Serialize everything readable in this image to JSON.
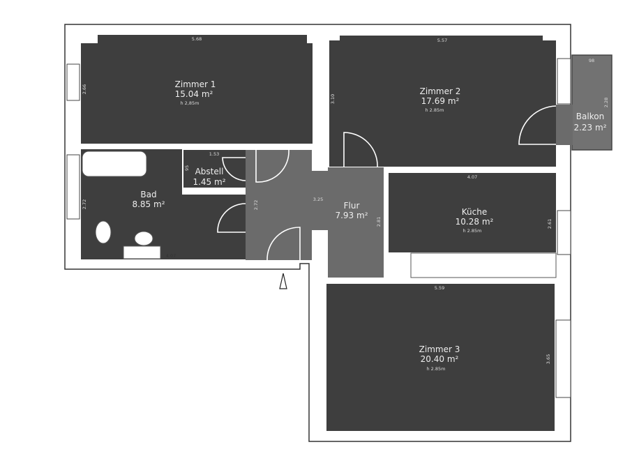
{
  "plan": {
    "colors": {
      "room": "#3e3e3e",
      "hall": "#6b6b6b",
      "balcony": "#727272",
      "wall": "#333333"
    },
    "rooms": {
      "zimmer1": {
        "name": "Zimmer 1",
        "area": "15.04 m²",
        "height": "h 2,85m",
        "width_dim": "5.68",
        "depth_dim": "2.66"
      },
      "zimmer2": {
        "name": "Zimmer 2",
        "area": "17.69 m²",
        "height": "h 2.85m",
        "width_dim": "5.57",
        "depth_dim": "3.10"
      },
      "balkon": {
        "name": "Balkon",
        "area": "2.23 m²",
        "width_dim": "98",
        "depth_dim": "2.28"
      },
      "bad": {
        "name": "Bad",
        "area": "8.85 m²",
        "width_dim": "4.07",
        "depth_dim": "2.72"
      },
      "abstell": {
        "name": "Abstell",
        "area": "1.45 m²",
        "width_dim": "1.53",
        "depth_dim": "95"
      },
      "flur": {
        "name": "Flur",
        "area": "7.93 m²",
        "width_dim": "3.25",
        "depth_dim_left": "2.72",
        "depth_dim_right": "2.81"
      },
      "kueche": {
        "name": "Küche",
        "area": "10.28 m²",
        "height": "h 2.85m",
        "width_dim": "4.07",
        "depth_dim": "2.61"
      },
      "zimmer3": {
        "name": "Zimmer 3",
        "area": "20.40 m²",
        "height": "h 2.85m",
        "width_dim": "5.59",
        "depth_dim": "3.65"
      }
    },
    "icons": {
      "north_arrow": "north-arrow-icon"
    }
  }
}
